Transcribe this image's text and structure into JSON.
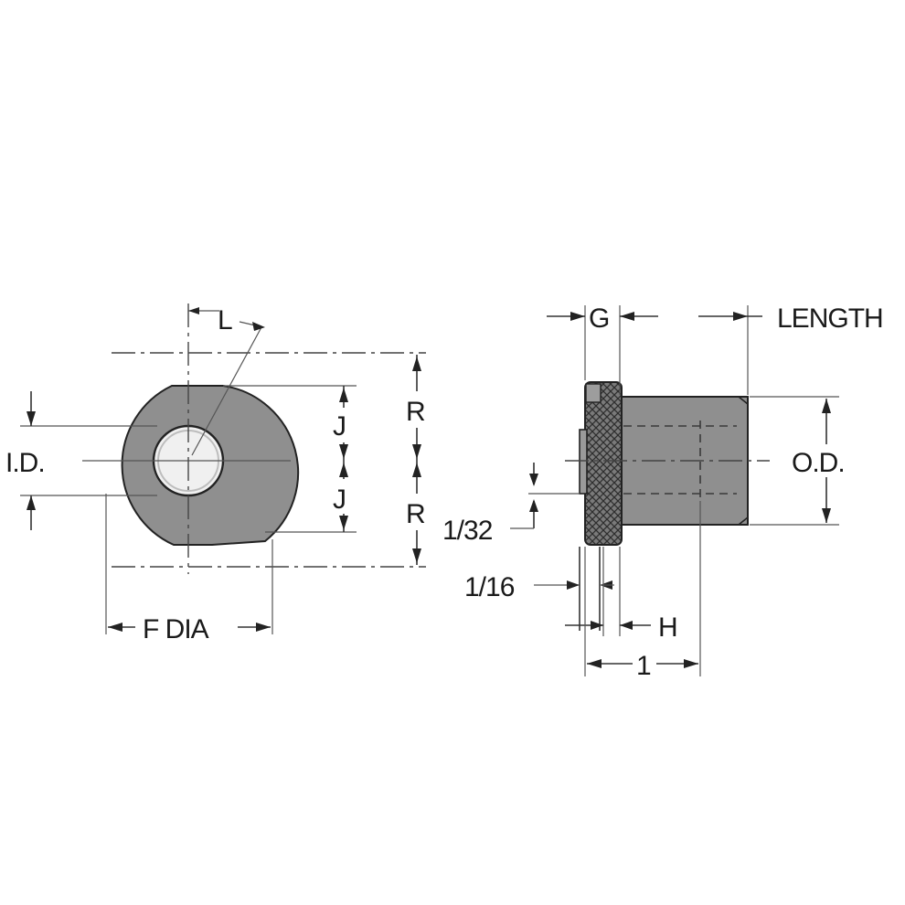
{
  "labels": {
    "L": "L",
    "J_top": "J",
    "J_bottom": "J",
    "R_top": "R",
    "R_bottom": "R",
    "ID": "I.D.",
    "F_DIA": "F DIA",
    "G": "G",
    "LENGTH": "LENGTH",
    "OD": "O.D.",
    "one_32": "1/32",
    "one_16": "1/16",
    "H": "H",
    "one": "1"
  },
  "colors": {
    "body_fill": "#8f8f8f",
    "bore_fill": "#f2f2f2",
    "knurl_fill": "#6d6d6d",
    "line": "#222222"
  }
}
